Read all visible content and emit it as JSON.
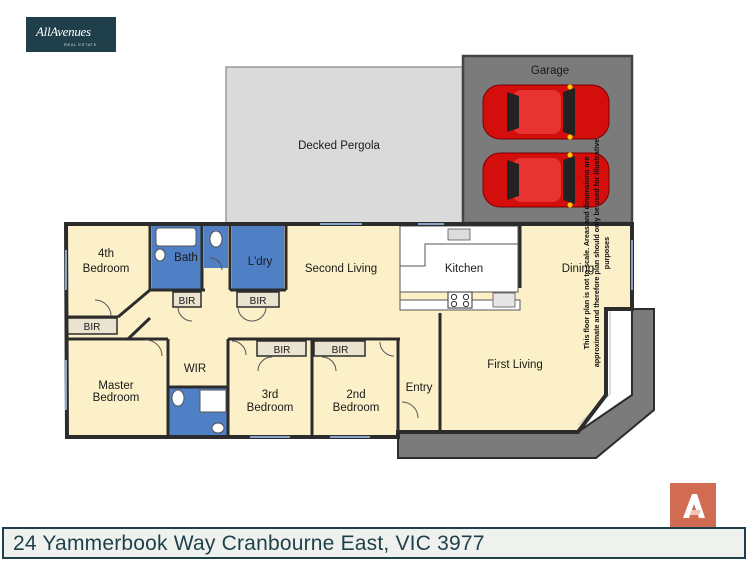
{
  "brand": {
    "name": "AllAvenues",
    "tagline": "REAL ESTATE"
  },
  "rooms": {
    "decked_pergola": "Decked Pergola",
    "garage": "Garage",
    "fourth_bedroom": "4th\nBedroom",
    "bath": "Bath",
    "laundry": "L'dry",
    "second_living": "Second Living",
    "kitchen": "Kitchen",
    "dining": "Dining",
    "master_bedroom": "Master\nBedroom",
    "wir": "WIR",
    "third_bedroom": "3rd\nBedroom",
    "second_bedroom": "2nd\nBedroom",
    "entry": "Entry",
    "first_living": "First Living",
    "bir": "BIR"
  },
  "disclaimer": "This floor plan is not to scale. Areas and dimensions are approximate and therefore plan should only be used for illustrative purposes",
  "address": "24 Yammerbook Way Cranbourne East, VIC 3977",
  "colors": {
    "brand_dark": "#1f3f4a",
    "accent": "#d16b52",
    "room_fill": "#fbf0c8",
    "wet_area": "#4f7fc4",
    "garage": "#7b7b7b",
    "pergola": "#dadada",
    "wall": "#2c2c2c",
    "car": "#d40d0d"
  }
}
